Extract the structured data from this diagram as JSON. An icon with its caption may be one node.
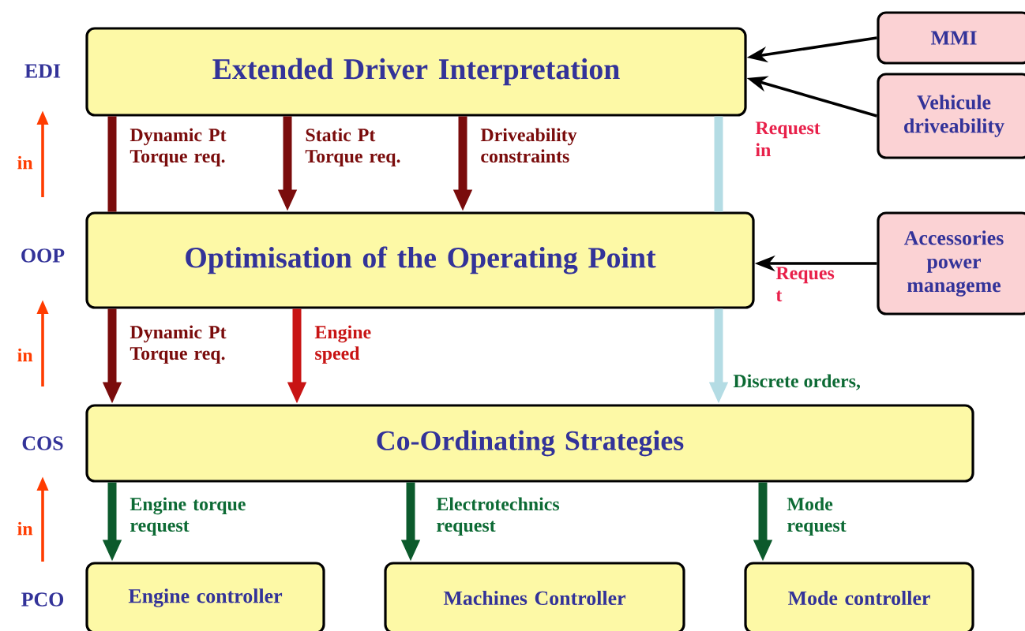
{
  "diagram": {
    "nodes": [
      {
        "text": [
          "Extended Driver Interpretation"
        ]
      },
      {
        "text": [
          "Optimisation of the Operating Point"
        ]
      },
      {
        "text": [
          "Co-Ordinating Strategies"
        ]
      },
      {
        "text": [
          "Engine controller"
        ]
      },
      {
        "text": [
          "Machines Controller"
        ]
      },
      {
        "text": [
          "Mode controller"
        ]
      },
      {
        "text": [
          "MMI"
        ]
      },
      {
        "text": [
          "Vehicule driveability"
        ]
      },
      {
        "text": [
          "Accessories power manageme"
        ]
      }
    ],
    "edges": [
      {
        "from": 6,
        "to": 0,
        "arrow": "to",
        "color": "#000000"
      },
      {
        "from": 7,
        "to": 0,
        "arrow": "to",
        "color": "#000000"
      },
      {
        "from": 8,
        "to": 1,
        "arrow": "to",
        "color": "#000000"
      },
      {
        "from": 0,
        "to": 1,
        "arrow": "none",
        "label": "Dynamic Pt Torque req.",
        "color": "#7a0c0c"
      },
      {
        "from": 0,
        "to": 1,
        "arrow": "to",
        "label": "Static Pt Torque req.",
        "color": "#7a0c0c"
      },
      {
        "from": 0,
        "to": 1,
        "arrow": "to",
        "label": "Driveability constraints",
        "color": "#7a0c0c"
      },
      {
        "from": 0,
        "to": 1,
        "arrow": "none",
        "color": "#b4dce4"
      },
      {
        "from": 1,
        "to": 2,
        "arrow": "to",
        "label": "Dynamic Pt Torque req.",
        "color": "#7a0c0c"
      },
      {
        "from": 1,
        "to": 2,
        "arrow": "to",
        "label": "Engine speed",
        "color": "#c81414"
      },
      {
        "from": 1,
        "to": 2,
        "arrow": "to",
        "label": "Discrete orders,",
        "color": "#b4dce4"
      },
      {
        "from": 2,
        "to": 3,
        "arrow": "to",
        "label": "Engine torque request",
        "color": "#0c5a2c"
      },
      {
        "from": 2,
        "to": 4,
        "arrow": "to",
        "label": "Electrotechnics request",
        "color": "#0c5a2c"
      },
      {
        "from": 2,
        "to": 5,
        "arrow": "to",
        "label": "Mode request",
        "color": "#0c5a2c"
      }
    ],
    "labels": [
      "EDI",
      "Request in",
      "in",
      "OOP",
      "Reques t",
      "in",
      "COS",
      "in",
      "PCO"
    ]
  }
}
